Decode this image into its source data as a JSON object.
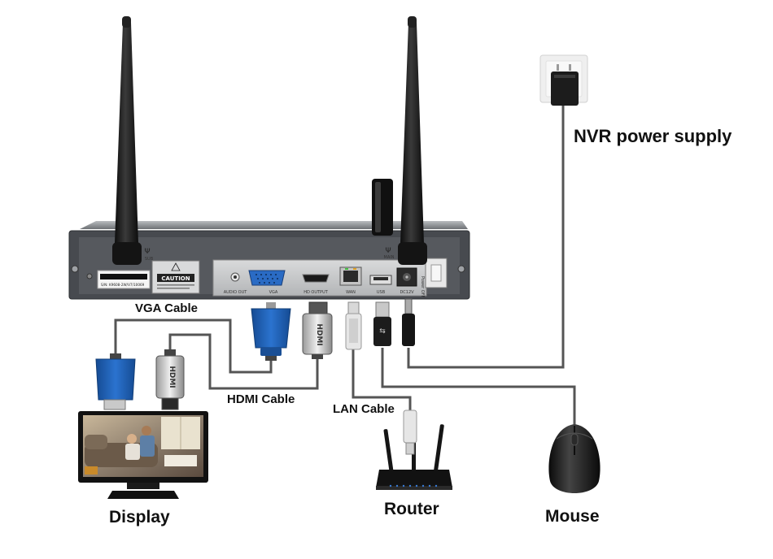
{
  "labels": {
    "power_supply": "NVR power supply",
    "vga_cable": "VGA Cable",
    "hdmi_cable": "HDMI Cable",
    "lan_cable": "LAN Cable",
    "display": "Display",
    "router": "Router",
    "mouse": "Mouse"
  },
  "ports": {
    "audio_out": "AUDIO OUT",
    "vga": "VGA",
    "hd_output": "HD OUTPUT",
    "wan": "WAN",
    "usb": "USB",
    "dc12v": "DC12V",
    "power_off": "Power OFF",
    "sub": "SUB",
    "main": "MAIN"
  },
  "device": {
    "caution": "CAUTION",
    "serial": "S/N: K9608-2W/V7/10069"
  },
  "connector_text": {
    "hdmi": "HDMI"
  },
  "colors": {
    "nvr_body": "#4a4d52",
    "nvr_top": "#8a8d91",
    "vga_blue": "#1e5fb4",
    "cable_gray": "#555555",
    "antenna": "#1b1b1b"
  }
}
